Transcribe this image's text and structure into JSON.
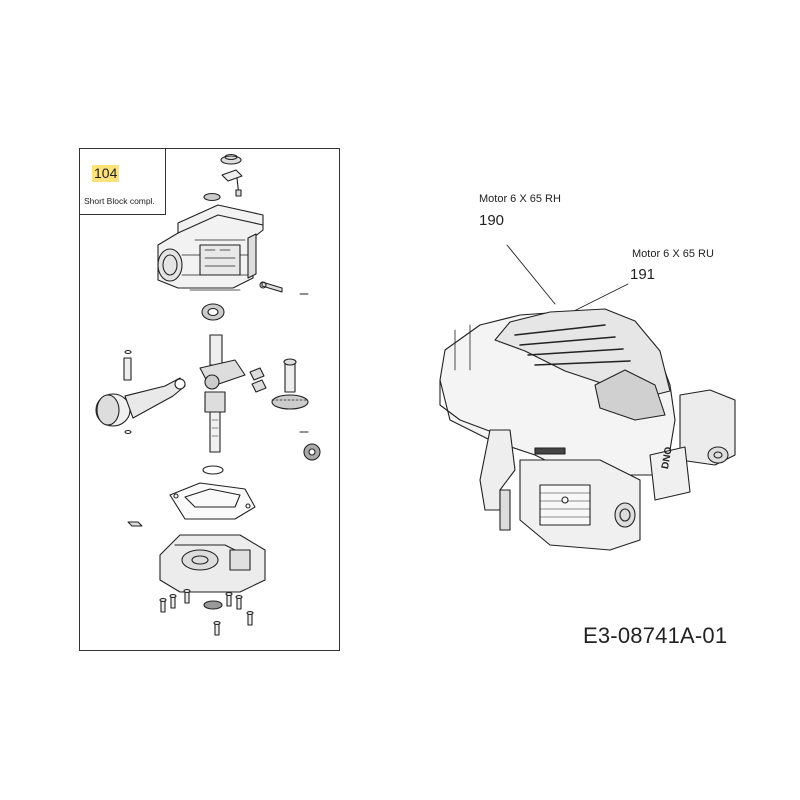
{
  "callout_104": {
    "number": "104",
    "description": "Short Block compl."
  },
  "callout_190": {
    "label": "Motor 6 X 65 RH",
    "number": "190"
  },
  "callout_191": {
    "label": "Motor 6 X 65 RU",
    "number": "191"
  },
  "drawing_code": "E3-08741A-01",
  "engine_badge": "DNO",
  "colors": {
    "highlight": "#ffe27a",
    "line": "#222222"
  }
}
